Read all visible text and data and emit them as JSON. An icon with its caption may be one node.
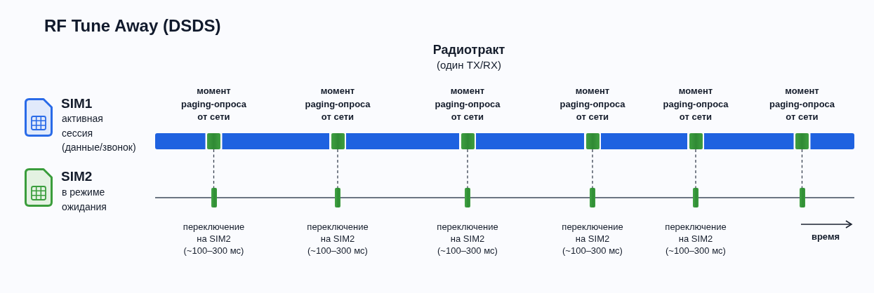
{
  "diagram": {
    "title": "RF Tune Away (DSDS)",
    "nodes": [
      {
        "text": [],
        "shape": "bar",
        "beside": [
          "момент paging-опроса от сети"
        ]
      },
      {
        "text": [],
        "shape": "bar",
        "beside": [
          "момент paging-опроса от сети"
        ]
      },
      {
        "text": [],
        "shape": "bar",
        "beside": [
          "момент paging-опроса от сети"
        ]
      },
      {
        "text": [],
        "shape": "bar",
        "beside": [
          "момент paging-опроса от сети"
        ]
      },
      {
        "text": [],
        "shape": "bar",
        "beside": [
          "момент paging-опроса от сети"
        ]
      },
      {
        "text": [],
        "shape": "bar",
        "beside": [
          "момент paging-опроса от сети"
        ]
      },
      {
        "text": [],
        "shape": "bar",
        "beside": [
          "переключение на SIM2 (~100–300 мс)"
        ]
      },
      {
        "text": [],
        "shape": "bar",
        "beside": [
          "переключение на SIM2 (~100–300 мс)"
        ]
      },
      {
        "text": [],
        "shape": "bar",
        "beside": [
          "переключение на SIM2 (~100–300 мс)"
        ]
      },
      {
        "text": [],
        "shape": "bar",
        "beside": [
          "переключение на SIM2 (~100–300 мс)"
        ]
      },
      {
        "text": [],
        "shape": "bar",
        "beside": [
          "переключение на SIM2 (~100–300 мс)"
        ]
      },
      {
        "text": [],
        "shape": "bar"
      }
    ],
    "edges": [
      {
        "from": 0,
        "to": 6,
        "arrow": "none",
        "style": "dashed"
      },
      {
        "from": 1,
        "to": 7,
        "arrow": "none",
        "style": "dashed"
      },
      {
        "from": 2,
        "to": 8,
        "arrow": "none",
        "style": "dashed"
      },
      {
        "from": 3,
        "to": 9,
        "arrow": "none",
        "style": "dashed"
      },
      {
        "from": 4,
        "to": 10,
        "arrow": "none",
        "style": "dashed"
      },
      {
        "from": 5,
        "to": 11,
        "arrow": "none",
        "style": "dashed"
      }
    ],
    "labels": [
      "Радиотракт",
      "(один TX/RX)",
      "SIM1",
      "активная сессия (данные/звонок)",
      "SIM2",
      "в режиме ожидания",
      "время"
    ]
  }
}
